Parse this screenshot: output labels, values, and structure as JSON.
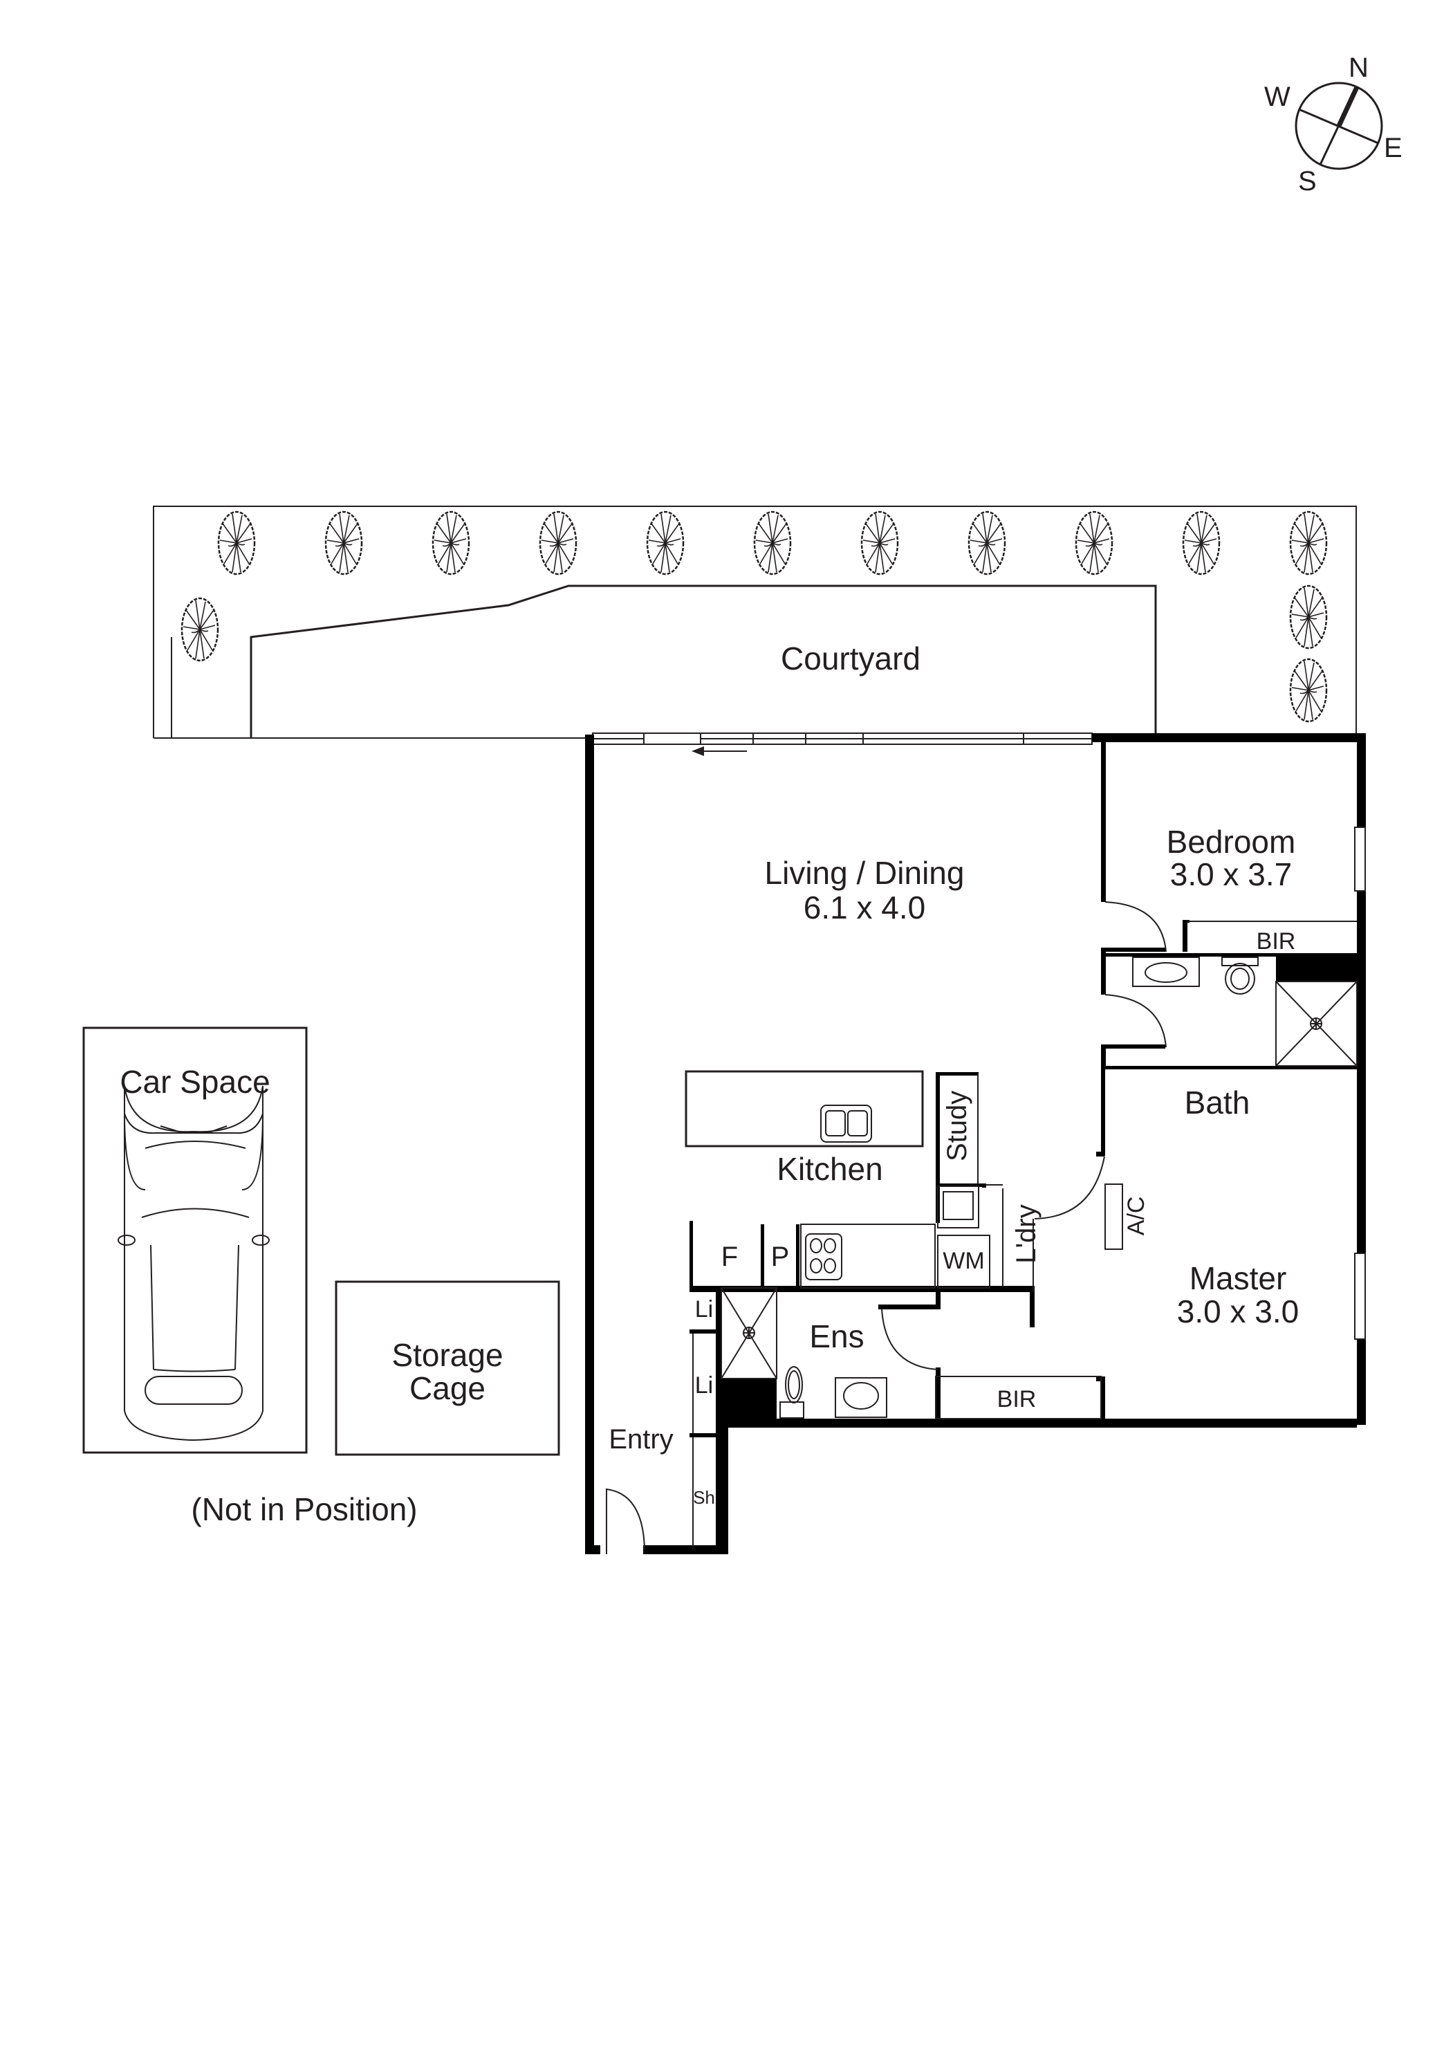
{
  "compass": {
    "north": "N",
    "south": "S",
    "east": "E",
    "west": "W",
    "icon": "compass-rose-icon"
  },
  "outdoor": {
    "courtyard": "Courtyard",
    "tree_count": 14,
    "tree_icon": "tree-icon"
  },
  "rooms": {
    "living_dining": {
      "name": "Living / Dining",
      "size": "6.1 x 4.0"
    },
    "bedroom": {
      "name": "Bedroom",
      "size": "3.0 x 3.7"
    },
    "bedroom_bir": "BIR",
    "bath": "Bath",
    "kitchen": "Kitchen",
    "study": "Study",
    "laundry": "L'dry",
    "wm": "WM",
    "fridge": "F",
    "pantry": "P",
    "linen_1": "Li",
    "linen_2": "Li",
    "shoe": "Sh",
    "ensuite": "Ens",
    "entry": "Entry",
    "master": {
      "name": "Master",
      "size": "3.0 x 3.0"
    },
    "master_bir": "BIR",
    "ac": "A/C"
  },
  "external": {
    "car_space": "Car Space",
    "storage_line1": "Storage",
    "storage_line2": "Cage",
    "note": "(Not in Position)"
  },
  "colors": {
    "ink": "#231f20",
    "wall": "#000000",
    "background": "#ffffff"
  }
}
